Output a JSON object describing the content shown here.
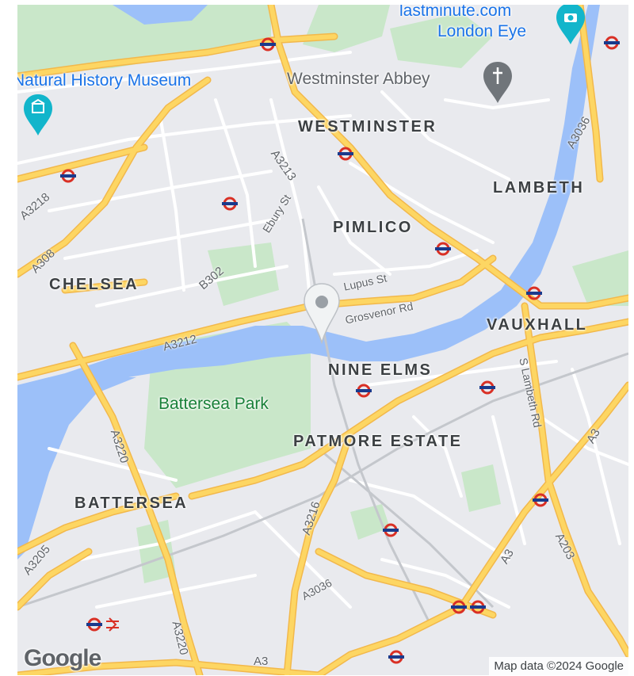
{
  "districts": {
    "westminster": "WESTMINSTER",
    "lambeth": "LAMBETH",
    "pimlico": "PIMLICO",
    "chelsea": "CHELSEA",
    "vauxhall": "VAUXHALL",
    "nine_elms": "NINE ELMS",
    "patmore_estate": "PATMORE ESTATE",
    "battersea": "BATTERSEA"
  },
  "places": {
    "natural_history_museum": "Natural History Museum",
    "westminster_abbey": "Westminster Abbey",
    "london_eye_line1": "lastminute.com",
    "london_eye_line2": "London Eye",
    "battersea_park": "Battersea Park"
  },
  "roads": {
    "a3218": "A3218",
    "a308": "A308",
    "b302": "B302",
    "a3213": "A3213",
    "ebury_st": "Ebury St",
    "lupus_st": "Lupus St",
    "grosvenor_rd": "Grosvenor Rd",
    "a3212": "A3212",
    "a3036_ne": "A3036",
    "s_lambeth_rd": "S Lambeth Rd",
    "a3_east": "A3",
    "a3220_upper": "A3220",
    "a3216": "A3216",
    "a3205": "A3205",
    "a3036_south": "A3036",
    "a3_south": "A3",
    "a203": "A203",
    "a3220_lower": "A3220",
    "a3_bottom": "A3"
  },
  "icons": {
    "pin": "map-pin-icon",
    "museum": "museum-icon",
    "church": "church-icon",
    "camera": "camera-icon",
    "tube": "tube-station-icon",
    "rail": "national-rail-icon"
  },
  "colors": {
    "land": "#e9eaee",
    "water": "#9cc0f9",
    "park": "#c9e7c9",
    "major_road": "#fdd663",
    "road_casing": "#f2b84b",
    "minor_road": "#ffffff",
    "tube_red": "#d93025",
    "tube_blue": "#1a3a8c"
  },
  "branding": {
    "logo": "Google",
    "attribution": "Map data ©2024 Google"
  }
}
